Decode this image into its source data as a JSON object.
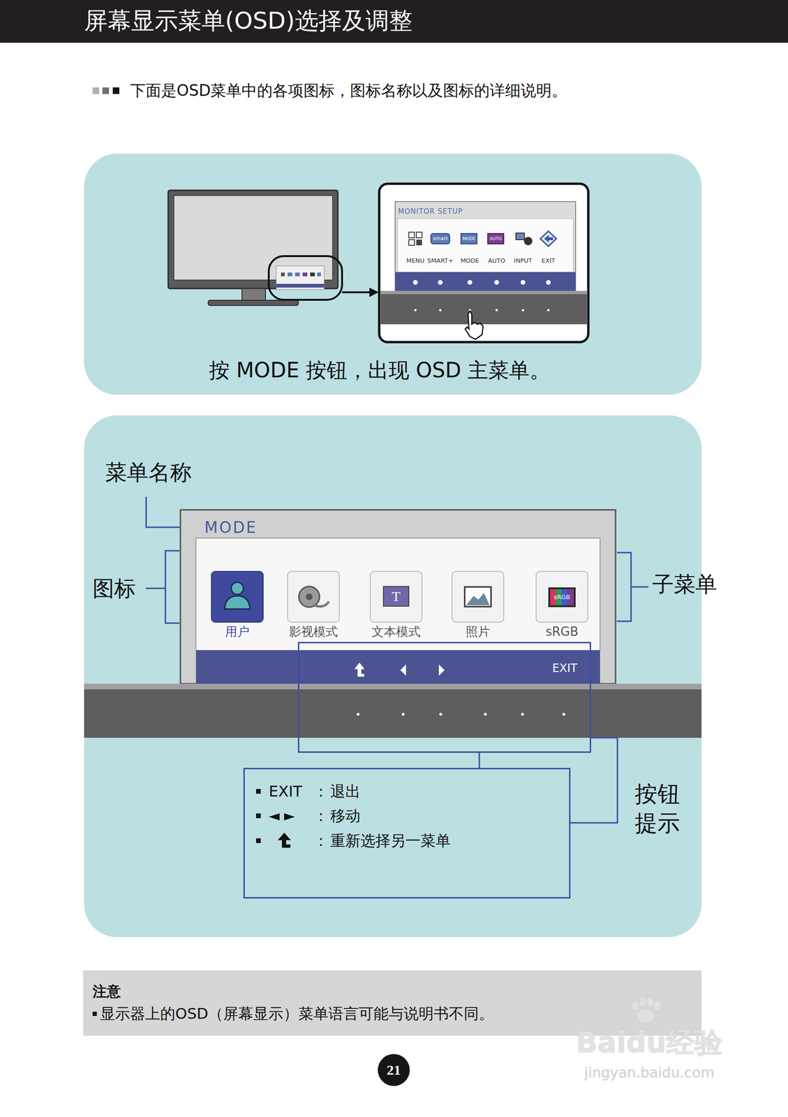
{
  "diagram": {
    "title": "屏幕显示菜单(OSD)选择及调整",
    "nodes": [
      {
        "text": [
          "按 MODE 按钮，出现 OSD 主菜单。"
        ]
      },
      {
        "text": [
          "MONITOR SETUP"
        ],
        "in": 0
      },
      {
        "text": [
          "MODE"
        ]
      },
      {
        "text": [
          "用户"
        ],
        "in": 2
      },
      {
        "text": [
          "影视模式"
        ],
        "in": 2
      },
      {
        "text": [
          "文本模式"
        ],
        "in": 2
      },
      {
        "text": [
          "照片"
        ],
        "in": 2
      },
      {
        "text": [
          "sRGB"
        ],
        "in": 2
      },
      {
        "text": [
          "EXIT"
        ]
      },
      {
        "text": [
          "EXIT",
          "：",
          "退出",
          "◄ ►",
          "：",
          "移动",
          "：",
          "重新选择另一菜单"
        ]
      },
      {
        "text": [
          "注意",
          "显示器上的OSD（屏幕显示）菜单语言可能与说明书不同。"
        ]
      },
      {
        "text": [
          "21"
        ]
      }
    ],
    "edges": [
      {
        "from": 8,
        "to": 9,
        "arrow": "none"
      }
    ],
    "labels": [
      "下面是OSD菜单中的各项图标，图标名称以及图标的详细说明。",
      "MENU",
      "SMART+",
      "MODE",
      "AUTO",
      "INPUT",
      "EXIT",
      "smart",
      "MODE",
      "AUTO",
      "菜单名称",
      "图标",
      "子菜单",
      "按钮 提示",
      "T",
      "sRGB",
      "Baidu经验",
      "jingyan.baidu.com"
    ]
  }
}
